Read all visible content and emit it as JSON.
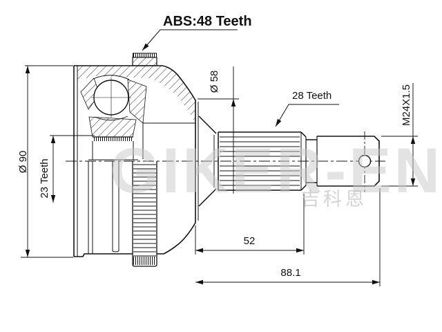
{
  "drawing": {
    "labels": {
      "abs": "ABS:48 Teeth",
      "spline_shaft": "28 Teeth",
      "spline_bore": "23 Teeth",
      "thread": "M24X1.5",
      "outer_dia": "Ø 90",
      "pilot_dia": "Ø 58",
      "len_spline": "52",
      "len_total": "88.1"
    },
    "watermark": {
      "text": "GIKER-EN",
      "cjk": "吉科恩"
    },
    "colors": {
      "line": "#111111",
      "watermark": "#c9c9c9",
      "background": "#ffffff"
    }
  }
}
